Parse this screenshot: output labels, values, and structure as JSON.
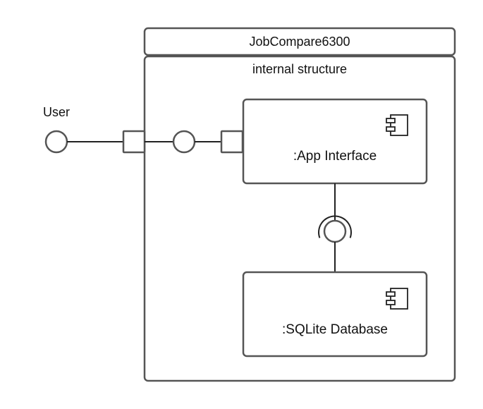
{
  "system": {
    "title": "JobCompare6300",
    "subtitle": "internal structure"
  },
  "actor": {
    "label": "User"
  },
  "components": [
    {
      "label": ":App Interface"
    },
    {
      "label": ":SQLite Database"
    }
  ],
  "colors": {
    "stroke": "#555555",
    "line": "#222222",
    "text": "#111111",
    "background": "#ffffff"
  }
}
